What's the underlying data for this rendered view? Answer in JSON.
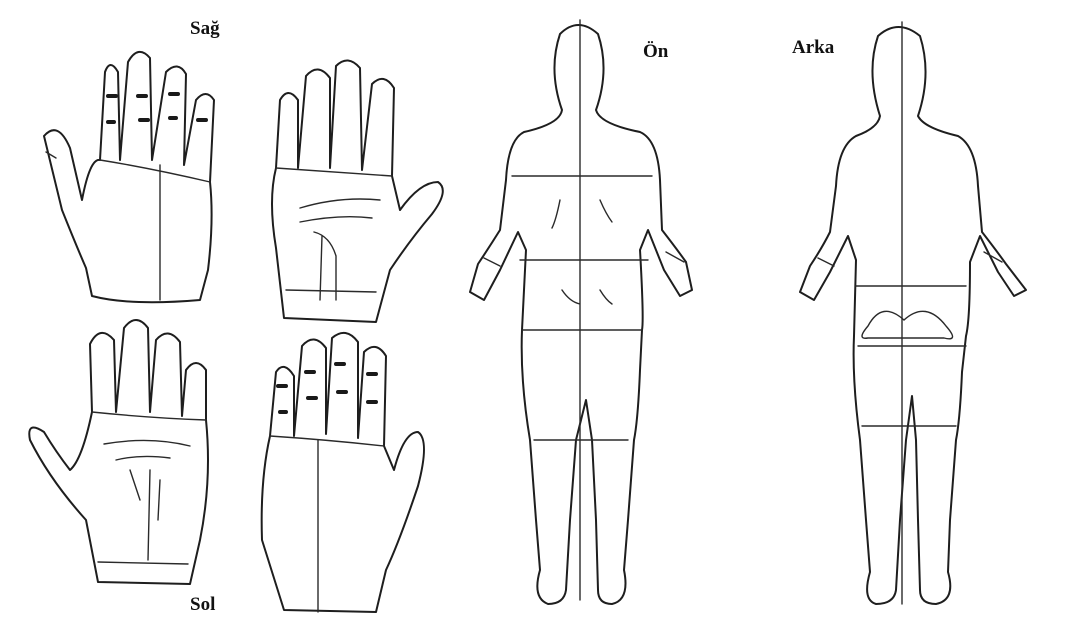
{
  "labels": {
    "right_hand": "Sağ",
    "left_hand": "Sol",
    "front_view": "Ön",
    "back_view": "Arka"
  },
  "colors": {
    "background": "#ffffff",
    "ink": "#1e1e1e"
  }
}
